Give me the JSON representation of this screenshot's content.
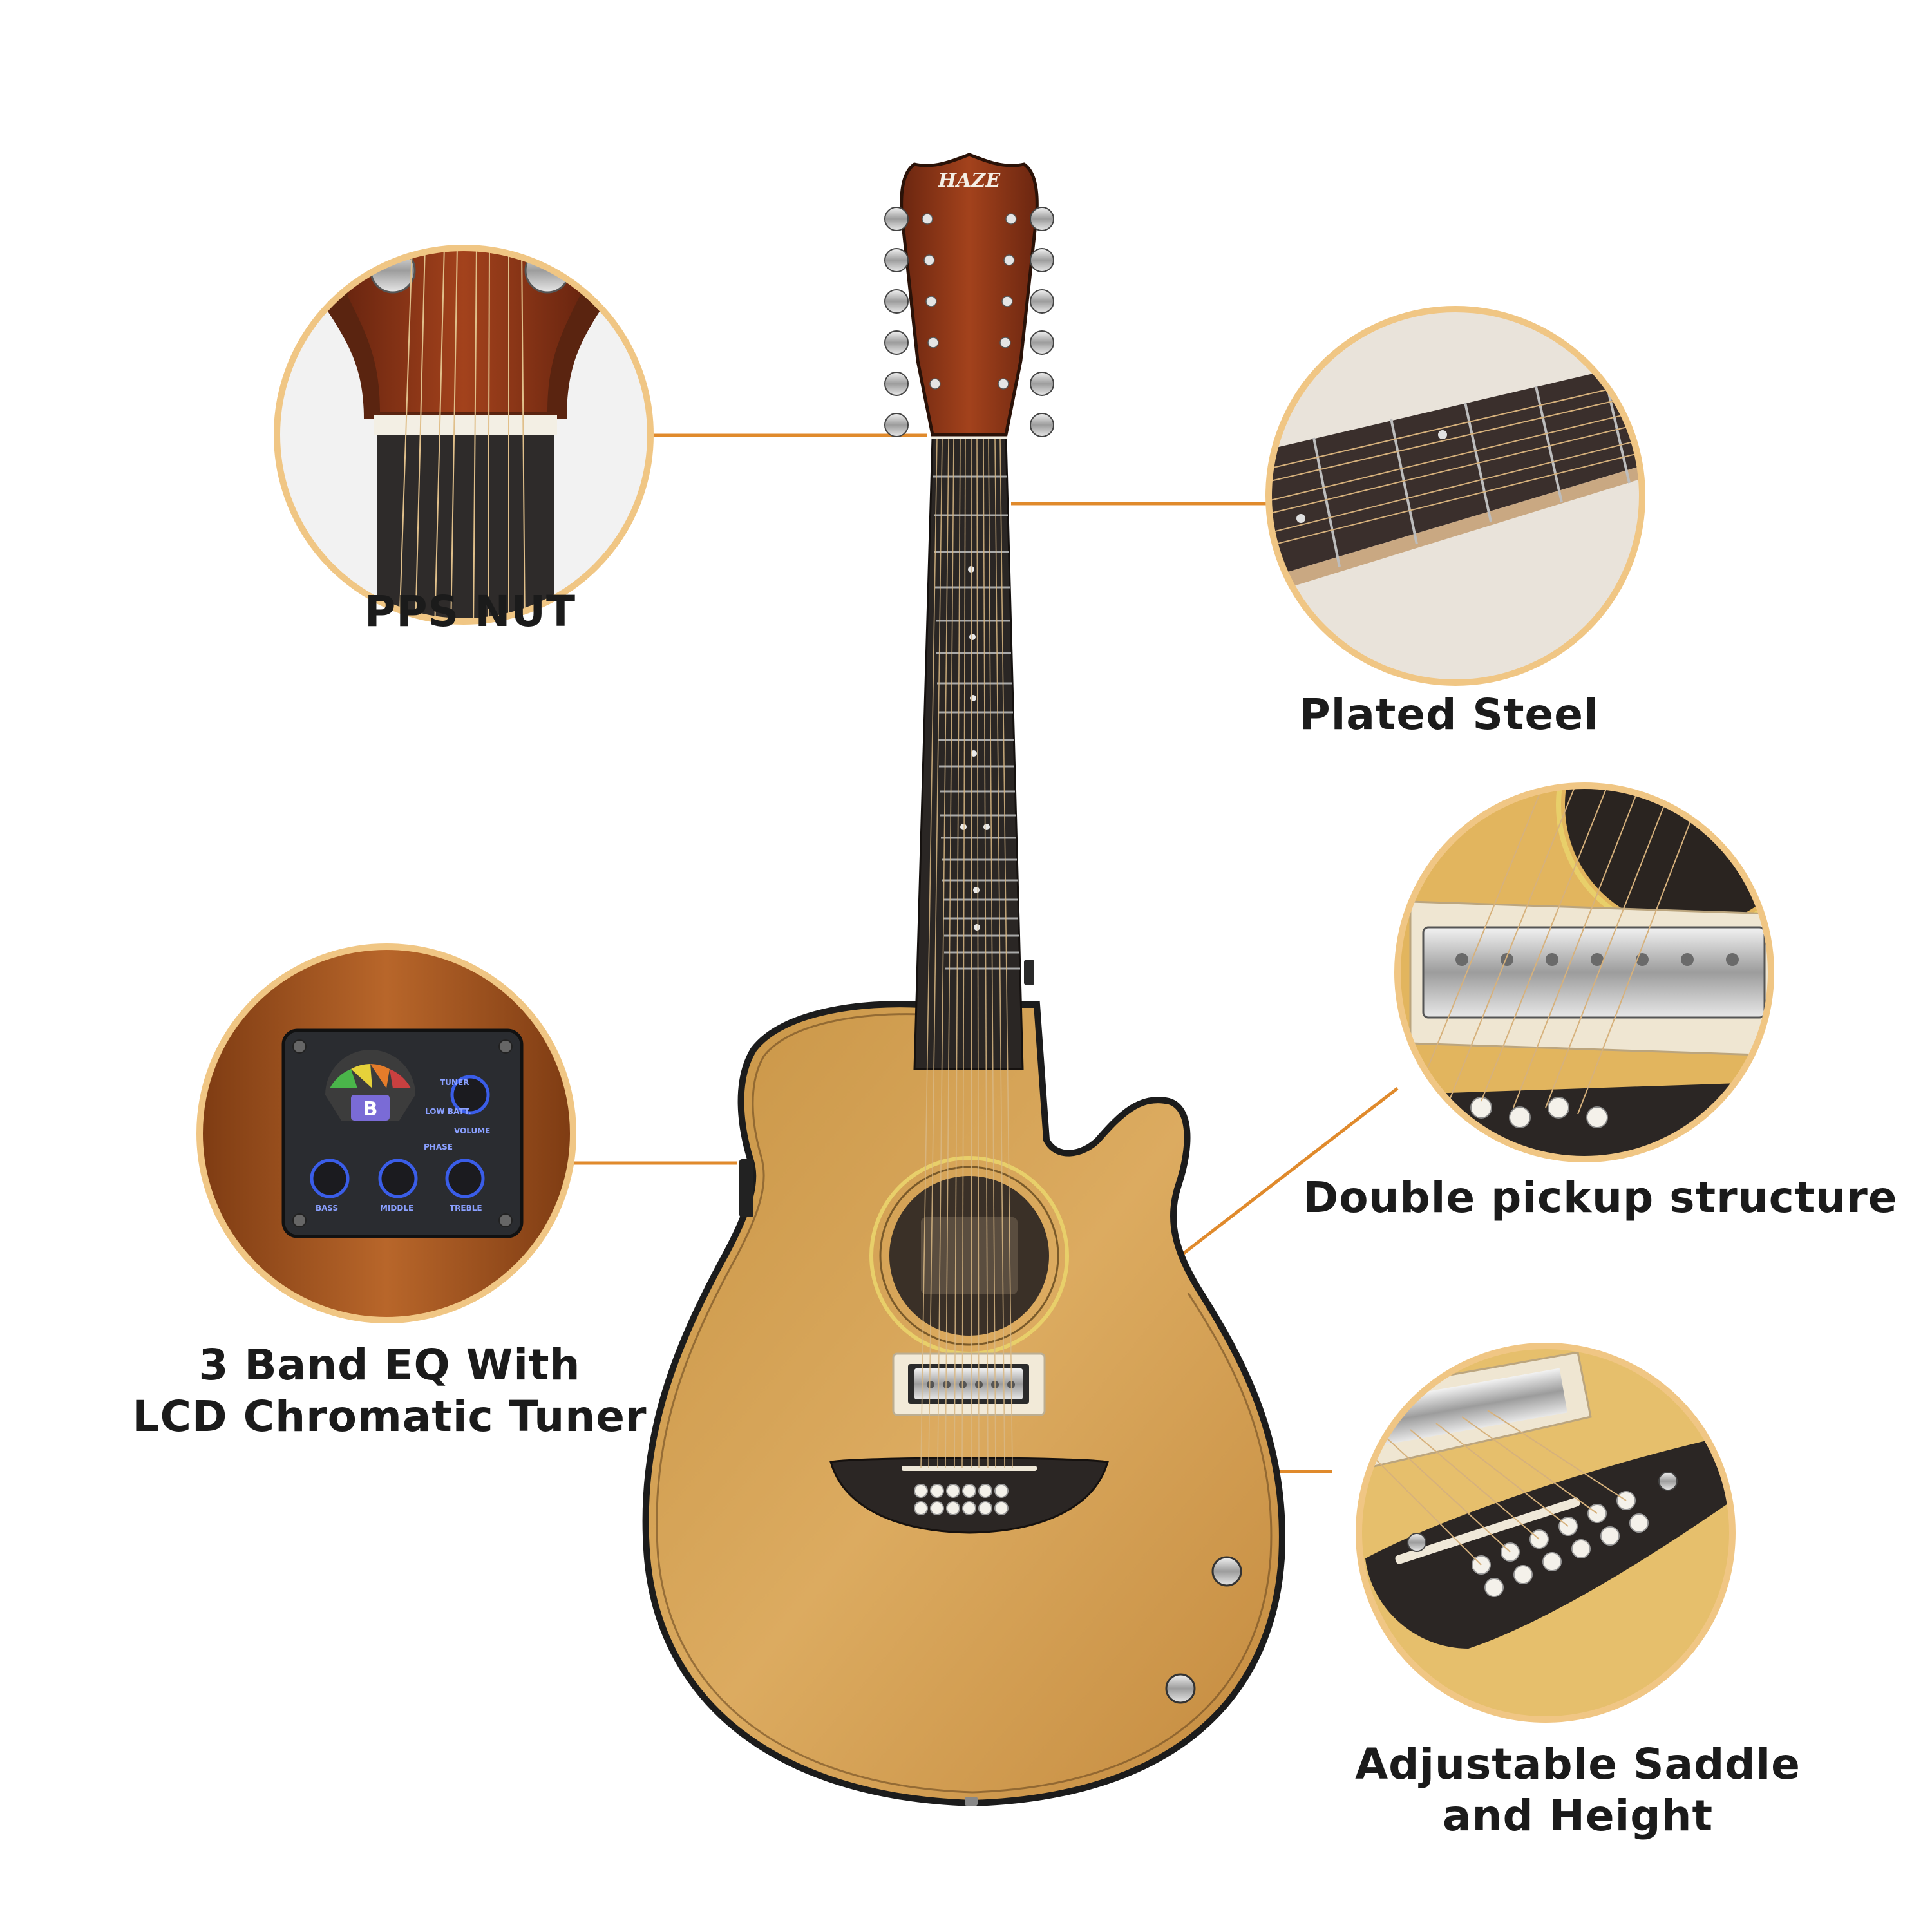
{
  "brand": {
    "headstock_logo": "HAZE"
  },
  "colors": {
    "accent_line": "#e08a2c",
    "circle_border": "#f0c684",
    "spruce_top": "#d9a75a",
    "headstock_wood": "#8a2f12",
    "fretboard": "#2a2624",
    "caption_text": "#1b1b1b"
  },
  "features": [
    {
      "id": "nut",
      "label": "PPS NUT"
    },
    {
      "id": "steel",
      "label": "Plated Steel"
    },
    {
      "id": "eq",
      "label_lines": [
        "3 Band EQ With",
        "LCD Chromatic Tuner"
      ]
    },
    {
      "id": "pickup",
      "label": "Double pickup structure"
    },
    {
      "id": "saddle",
      "label_lines": [
        "Adjustable Saddle",
        "and Height"
      ]
    }
  ],
  "preamp_labels": {
    "tuner": "TUNER",
    "low_batt": "LOW BATT.",
    "volume": "VOLUME",
    "phase": "PHASE",
    "bass": "BASS",
    "middle": "MIDDLE",
    "treble": "TREBLE",
    "note": "B"
  }
}
